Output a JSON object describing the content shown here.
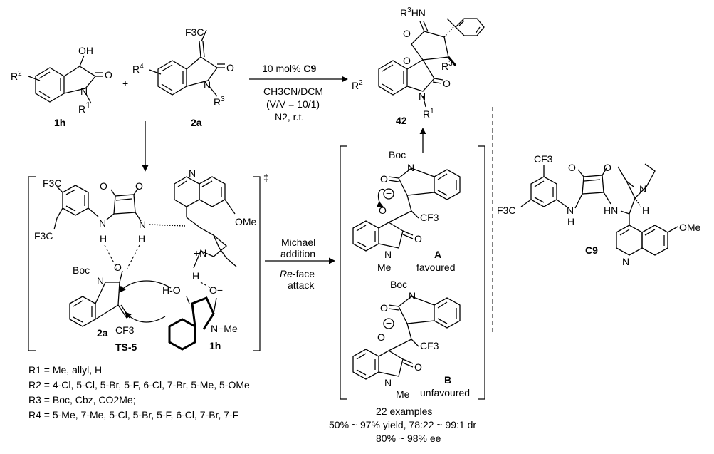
{
  "reaction": {
    "catalyst_loading": "10 mol%",
    "catalyst": "C9",
    "solvent": "CH3CN/DCM",
    "ratio": "(V/V = 10/1)",
    "atmosphere": "N2, r.t.",
    "step_line1": "Michael",
    "step_line2": "addition",
    "face_re": "Re",
    "face_rest": "-face",
    "attack": "attack"
  },
  "compounds": {
    "c1h": "1h",
    "c2a": "2a",
    "c42": "42",
    "ts": "TS-5",
    "c9": "C9"
  },
  "intermediates": {
    "a_label": "A",
    "a_note": "favoured",
    "b_label": "B",
    "b_note": "unfavoured"
  },
  "substituents": {
    "r1": "R1 = Me, allyl, H",
    "r2": "R2 = 4-Cl, 5-Cl, 5-Br, 5-F, 6-Cl, 7-Br, 5-Me, 5-OMe",
    "r3": "R3 = Boc, Cbz, CO2Me;",
    "r4": "R4 = 5-Me, 7-Me, 5-Cl, 5-Br, 5-F, 6-Cl, 7-Br, 7-F"
  },
  "results": {
    "examples": "22 examples",
    "yield_dr": "50% ~ 97% yield, 78:22 ~ 99:1 dr",
    "ee": "80% ~ 98% ee"
  },
  "atoms": {
    "OH": "OH",
    "O": "O",
    "N": "N",
    "H": "H",
    "HN": "HN",
    "R3HN": "R3HN",
    "F3C": "F3C",
    "CF3": "CF3",
    "OMe": "OMe",
    "Me": "Me",
    "Boc": "Boc",
    "HO": "H-O",
    "Omin": "O−",
    "NMe": "N−Me",
    "dagger": "‡",
    "plus": "+"
  }
}
